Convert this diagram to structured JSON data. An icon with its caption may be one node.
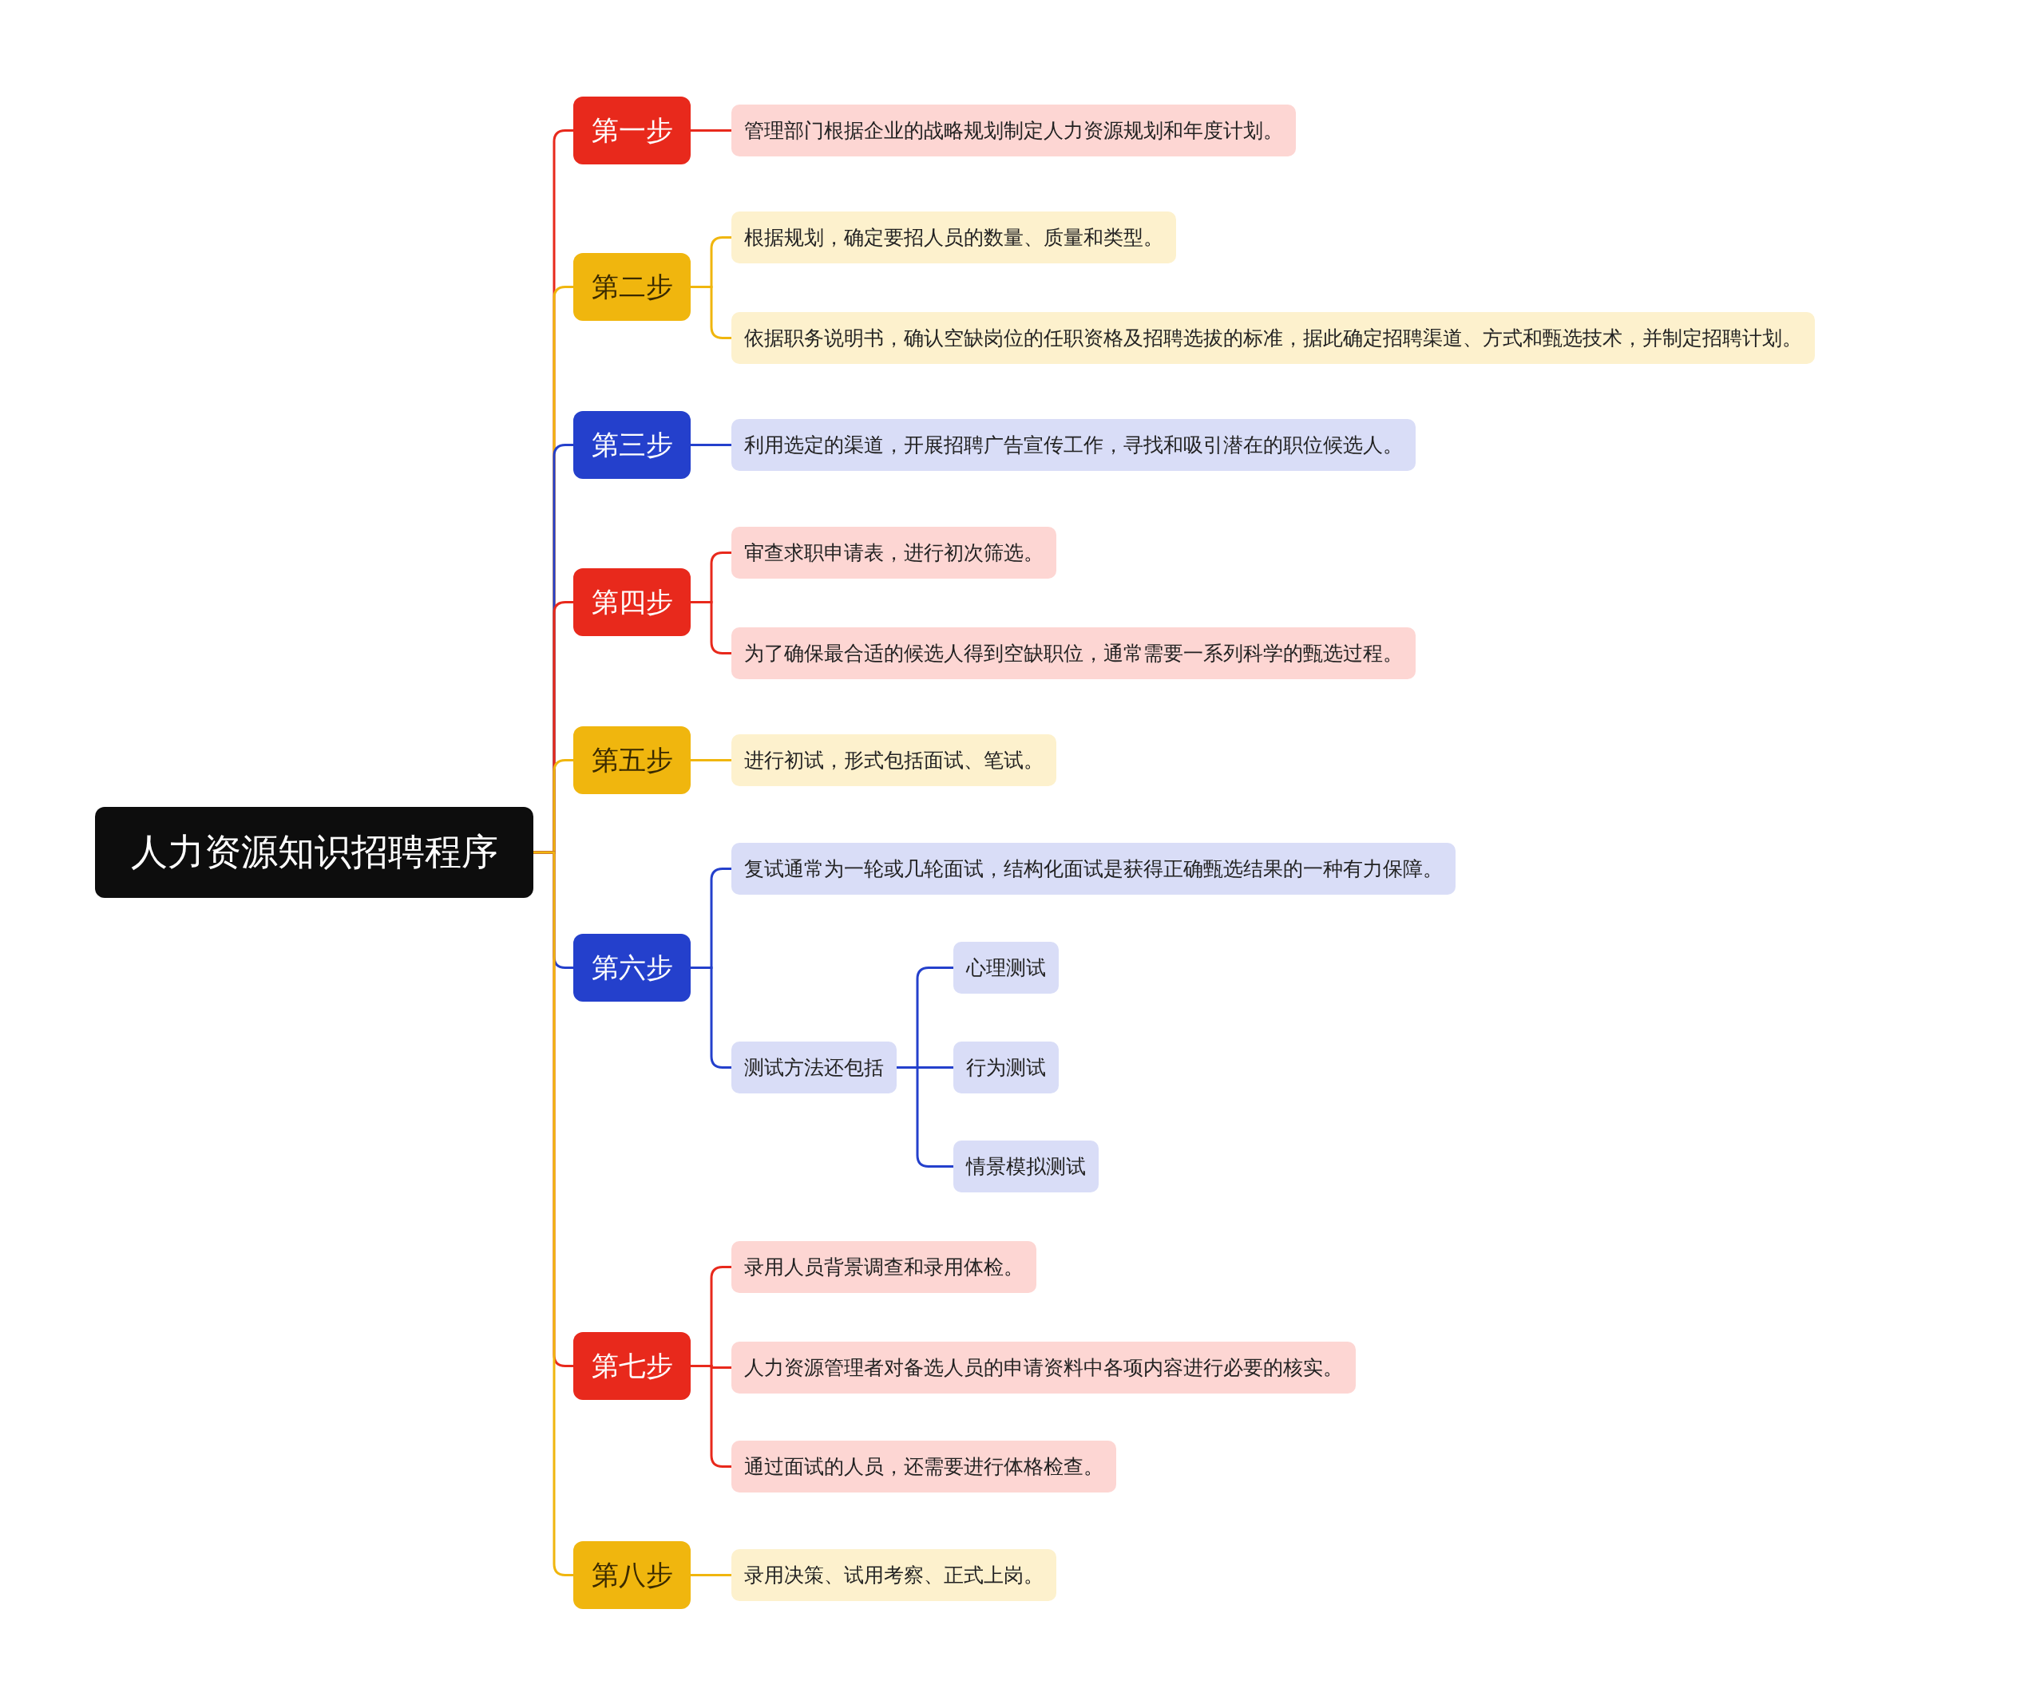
{
  "diagram": {
    "nodes": [
      {
        "text": [
          "人力资源知识招聘程序"
        ]
      },
      {
        "text": [
          "第一步"
        ]
      },
      {
        "text": [
          "管理部门根据企业的战略规划制定人力资源规划和年度计划。"
        ]
      },
      {
        "text": [
          "第二步"
        ]
      },
      {
        "text": [
          "根据规划，确定要招人员的数量、质量和类型。"
        ]
      },
      {
        "text": [
          "依据职务说明书，确认空缺岗位的任职资格及招聘选拔的标准，据此确定招聘渠道、方式和甄选技术，并制定招聘计划。"
        ]
      },
      {
        "text": [
          "第三步"
        ]
      },
      {
        "text": [
          "利用选定的渠道，开展招聘广告宣传工作，寻找和吸引潜在的职位候选人。"
        ]
      },
      {
        "text": [
          "第四步"
        ]
      },
      {
        "text": [
          "审查求职申请表，进行初次筛选。"
        ]
      },
      {
        "text": [
          "为了确保最合适的候选人得到空缺职位，通常需要一系列科学的甄选过程。"
        ]
      },
      {
        "text": [
          "第五步"
        ]
      },
      {
        "text": [
          "进行初试，形式包括面试、笔试。"
        ]
      },
      {
        "text": [
          "第六步"
        ]
      },
      {
        "text": [
          "复试通常为一轮或几轮面试，结构化面试是获得正确甄选结果的一种有力保障。"
        ]
      },
      {
        "text": [
          "测试方法还包括"
        ]
      },
      {
        "text": [
          "心理测试"
        ]
      },
      {
        "text": [
          "行为测试"
        ]
      },
      {
        "text": [
          "情景模拟测试"
        ]
      },
      {
        "text": [
          "第七步"
        ]
      },
      {
        "text": [
          "录用人员背景调查和录用体检。"
        ]
      },
      {
        "text": [
          "人力资源管理者对备选人员的申请资料中各项内容进行必要的核实。"
        ]
      },
      {
        "text": [
          "通过面试的人员，还需要进行体格检查。"
        ]
      },
      {
        "text": [
          "第八步"
        ]
      },
      {
        "text": [
          "录用决策、试用考察、正式上岗。"
        ]
      }
    ],
    "edges": [
      {
        "from": 0,
        "to": 1,
        "arrow": "none",
        "color": "#e8291c"
      },
      {
        "from": 1,
        "to": 2,
        "arrow": "none",
        "color": "#e8291c"
      },
      {
        "from": 0,
        "to": 3,
        "arrow": "none",
        "color": "#f0b60e"
      },
      {
        "from": 3,
        "to": 4,
        "arrow": "none",
        "color": "#f0b60e"
      },
      {
        "from": 3,
        "to": 5,
        "arrow": "none",
        "color": "#f0b60e"
      },
      {
        "from": 0,
        "to": 6,
        "arrow": "none",
        "color": "#2440cc"
      },
      {
        "from": 6,
        "to": 7,
        "arrow": "none",
        "color": "#2440cc"
      },
      {
        "from": 0,
        "to": 8,
        "arrow": "none",
        "color": "#e8291c"
      },
      {
        "from": 8,
        "to": 9,
        "arrow": "none",
        "color": "#e8291c"
      },
      {
        "from": 8,
        "to": 10,
        "arrow": "none",
        "color": "#e8291c"
      },
      {
        "from": 0,
        "to": 11,
        "arrow": "none",
        "color": "#f0b60e"
      },
      {
        "from": 11,
        "to": 12,
        "arrow": "none",
        "color": "#f0b60e"
      },
      {
        "from": 0,
        "to": 13,
        "arrow": "none",
        "color": "#2440cc"
      },
      {
        "from": 13,
        "to": 14,
        "arrow": "none",
        "color": "#2440cc"
      },
      {
        "from": 13,
        "to": 15,
        "arrow": "none",
        "color": "#2440cc"
      },
      {
        "from": 15,
        "to": 16,
        "arrow": "none",
        "color": "#2440cc"
      },
      {
        "from": 15,
        "to": 17,
        "arrow": "none",
        "color": "#2440cc"
      },
      {
        "from": 15,
        "to": 18,
        "arrow": "none",
        "color": "#2440cc"
      },
      {
        "from": 0,
        "to": 19,
        "arrow": "none",
        "color": "#e8291c"
      },
      {
        "from": 19,
        "to": 20,
        "arrow": "none",
        "color": "#e8291c"
      },
      {
        "from": 19,
        "to": 21,
        "arrow": "none",
        "color": "#e8291c"
      },
      {
        "from": 19,
        "to": 22,
        "arrow": "none",
        "color": "#e8291c"
      },
      {
        "from": 0,
        "to": 23,
        "arrow": "none",
        "color": "#f0b60e"
      },
      {
        "from": 23,
        "to": 24,
        "arrow": "none",
        "color": "#f0b60e"
      }
    ]
  }
}
